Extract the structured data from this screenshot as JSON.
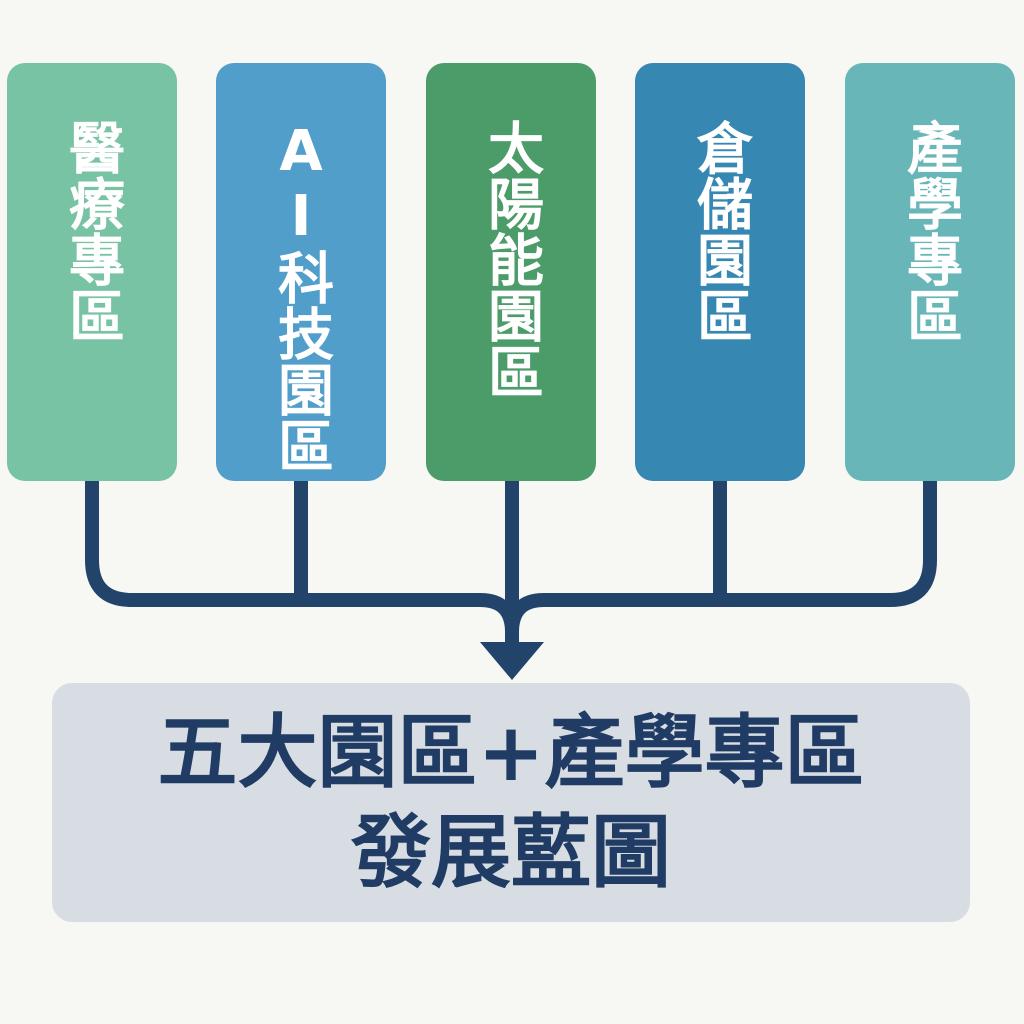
{
  "colors": {
    "background": "#f7f7f4",
    "zone_medical": "#78c3a3",
    "zone_ai": "#529ecb",
    "zone_solar": "#4b9c68",
    "zone_storage": "#3687b1",
    "zone_academic": "#69b6b9",
    "connector": "#22446b",
    "summary_bg": "#d7dde2",
    "summary_text": "#203c64"
  },
  "zones": [
    {
      "label": "醫療專區"
    },
    {
      "label": "AI科技園區"
    },
    {
      "label": "太陽能園區"
    },
    {
      "label": "倉儲園區"
    },
    {
      "label": "產學專區"
    }
  ],
  "summary": {
    "line1": "五大園區+產學專區",
    "line2": "發展藍圖"
  }
}
